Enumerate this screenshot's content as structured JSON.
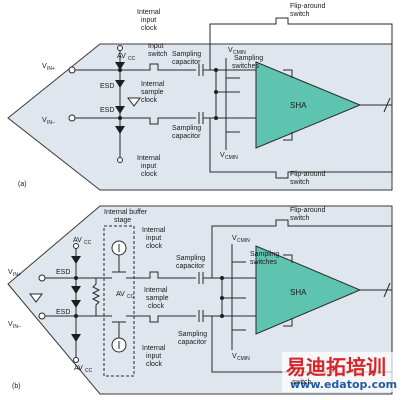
{
  "panel_a": {
    "caption": "(a)",
    "vin_plus": "V",
    "vin_plus_sub": "IN+",
    "vin_minus": "V",
    "vin_minus_sub": "IN–",
    "avcc": "AV",
    "avcc_sub": "CC",
    "esd_top": "ESD",
    "esd_bot": "ESD",
    "internal_input_clock_top": [
      "Internal",
      "input",
      "clock"
    ],
    "input_switch": [
      "Input",
      "switch"
    ],
    "internal_sample_clock": [
      "Internal",
      "sample",
      "clock"
    ],
    "internal_input_clock_bot": [
      "Internal",
      "input",
      "clock"
    ],
    "sampling_capacitor_top": [
      "Sampling",
      "capacitor"
    ],
    "sampling_capacitor_bot": [
      "Sampling",
      "capacitor"
    ],
    "sampling_switches": [
      "Sampling",
      "switches"
    ],
    "vcmin_top": "V",
    "vcmin_top_sub": "CMIN",
    "vcmin_bot": "V",
    "vcmin_bot_sub": "CMIN",
    "flip_top": [
      "Flip-around",
      "switch"
    ],
    "flip_bot": [
      "Flip-around",
      "switch"
    ],
    "sha": "SHA"
  },
  "panel_b": {
    "caption": "(b)",
    "vin_plus": "V",
    "vin_plus_sub": "IN+",
    "vin_minus": "V",
    "vin_minus_sub": "IN–",
    "avcc_top": "AV",
    "avcc_top_sub": "CC",
    "avcc_mid": "AV",
    "avcc_mid_sub": "CC",
    "avcc_bot": "AV",
    "avcc_bot_sub": "CC",
    "esd_top": "ESD",
    "esd_bot": "ESD",
    "buffer_stage": [
      "Internal buffer",
      "stage"
    ],
    "internal_input_clock_top": [
      "Internal",
      "input",
      "clock"
    ],
    "internal_sample_clock": [
      "Internal",
      "sample",
      "clock"
    ],
    "internal_input_clock_bot": [
      "Internal",
      "input",
      "clock"
    ],
    "sampling_capacitor_top": [
      "Sampling",
      "capacitor"
    ],
    "sampling_capacitor_bot": [
      "Sampling",
      "capacitor"
    ],
    "sampling_switches": [
      "Sampling",
      "switches"
    ],
    "vcmin_top": "V",
    "vcmin_top_sub": "CMIN",
    "vcmin_bot": "V",
    "vcmin_bot_sub": "CMIN",
    "flip_top": [
      "Flip-around",
      "switch"
    ],
    "flip_bot_partial": "switch",
    "sha": "SHA"
  },
  "watermark": {
    "cn": "易迪拓培训",
    "url": "www.edatop.com"
  },
  "colors": {
    "panel_fill": "#dfe6ee",
    "sha_fill": "#5ec4b0",
    "watermark_red": "#d8242a",
    "watermark_blue": "#1f5aa8"
  }
}
